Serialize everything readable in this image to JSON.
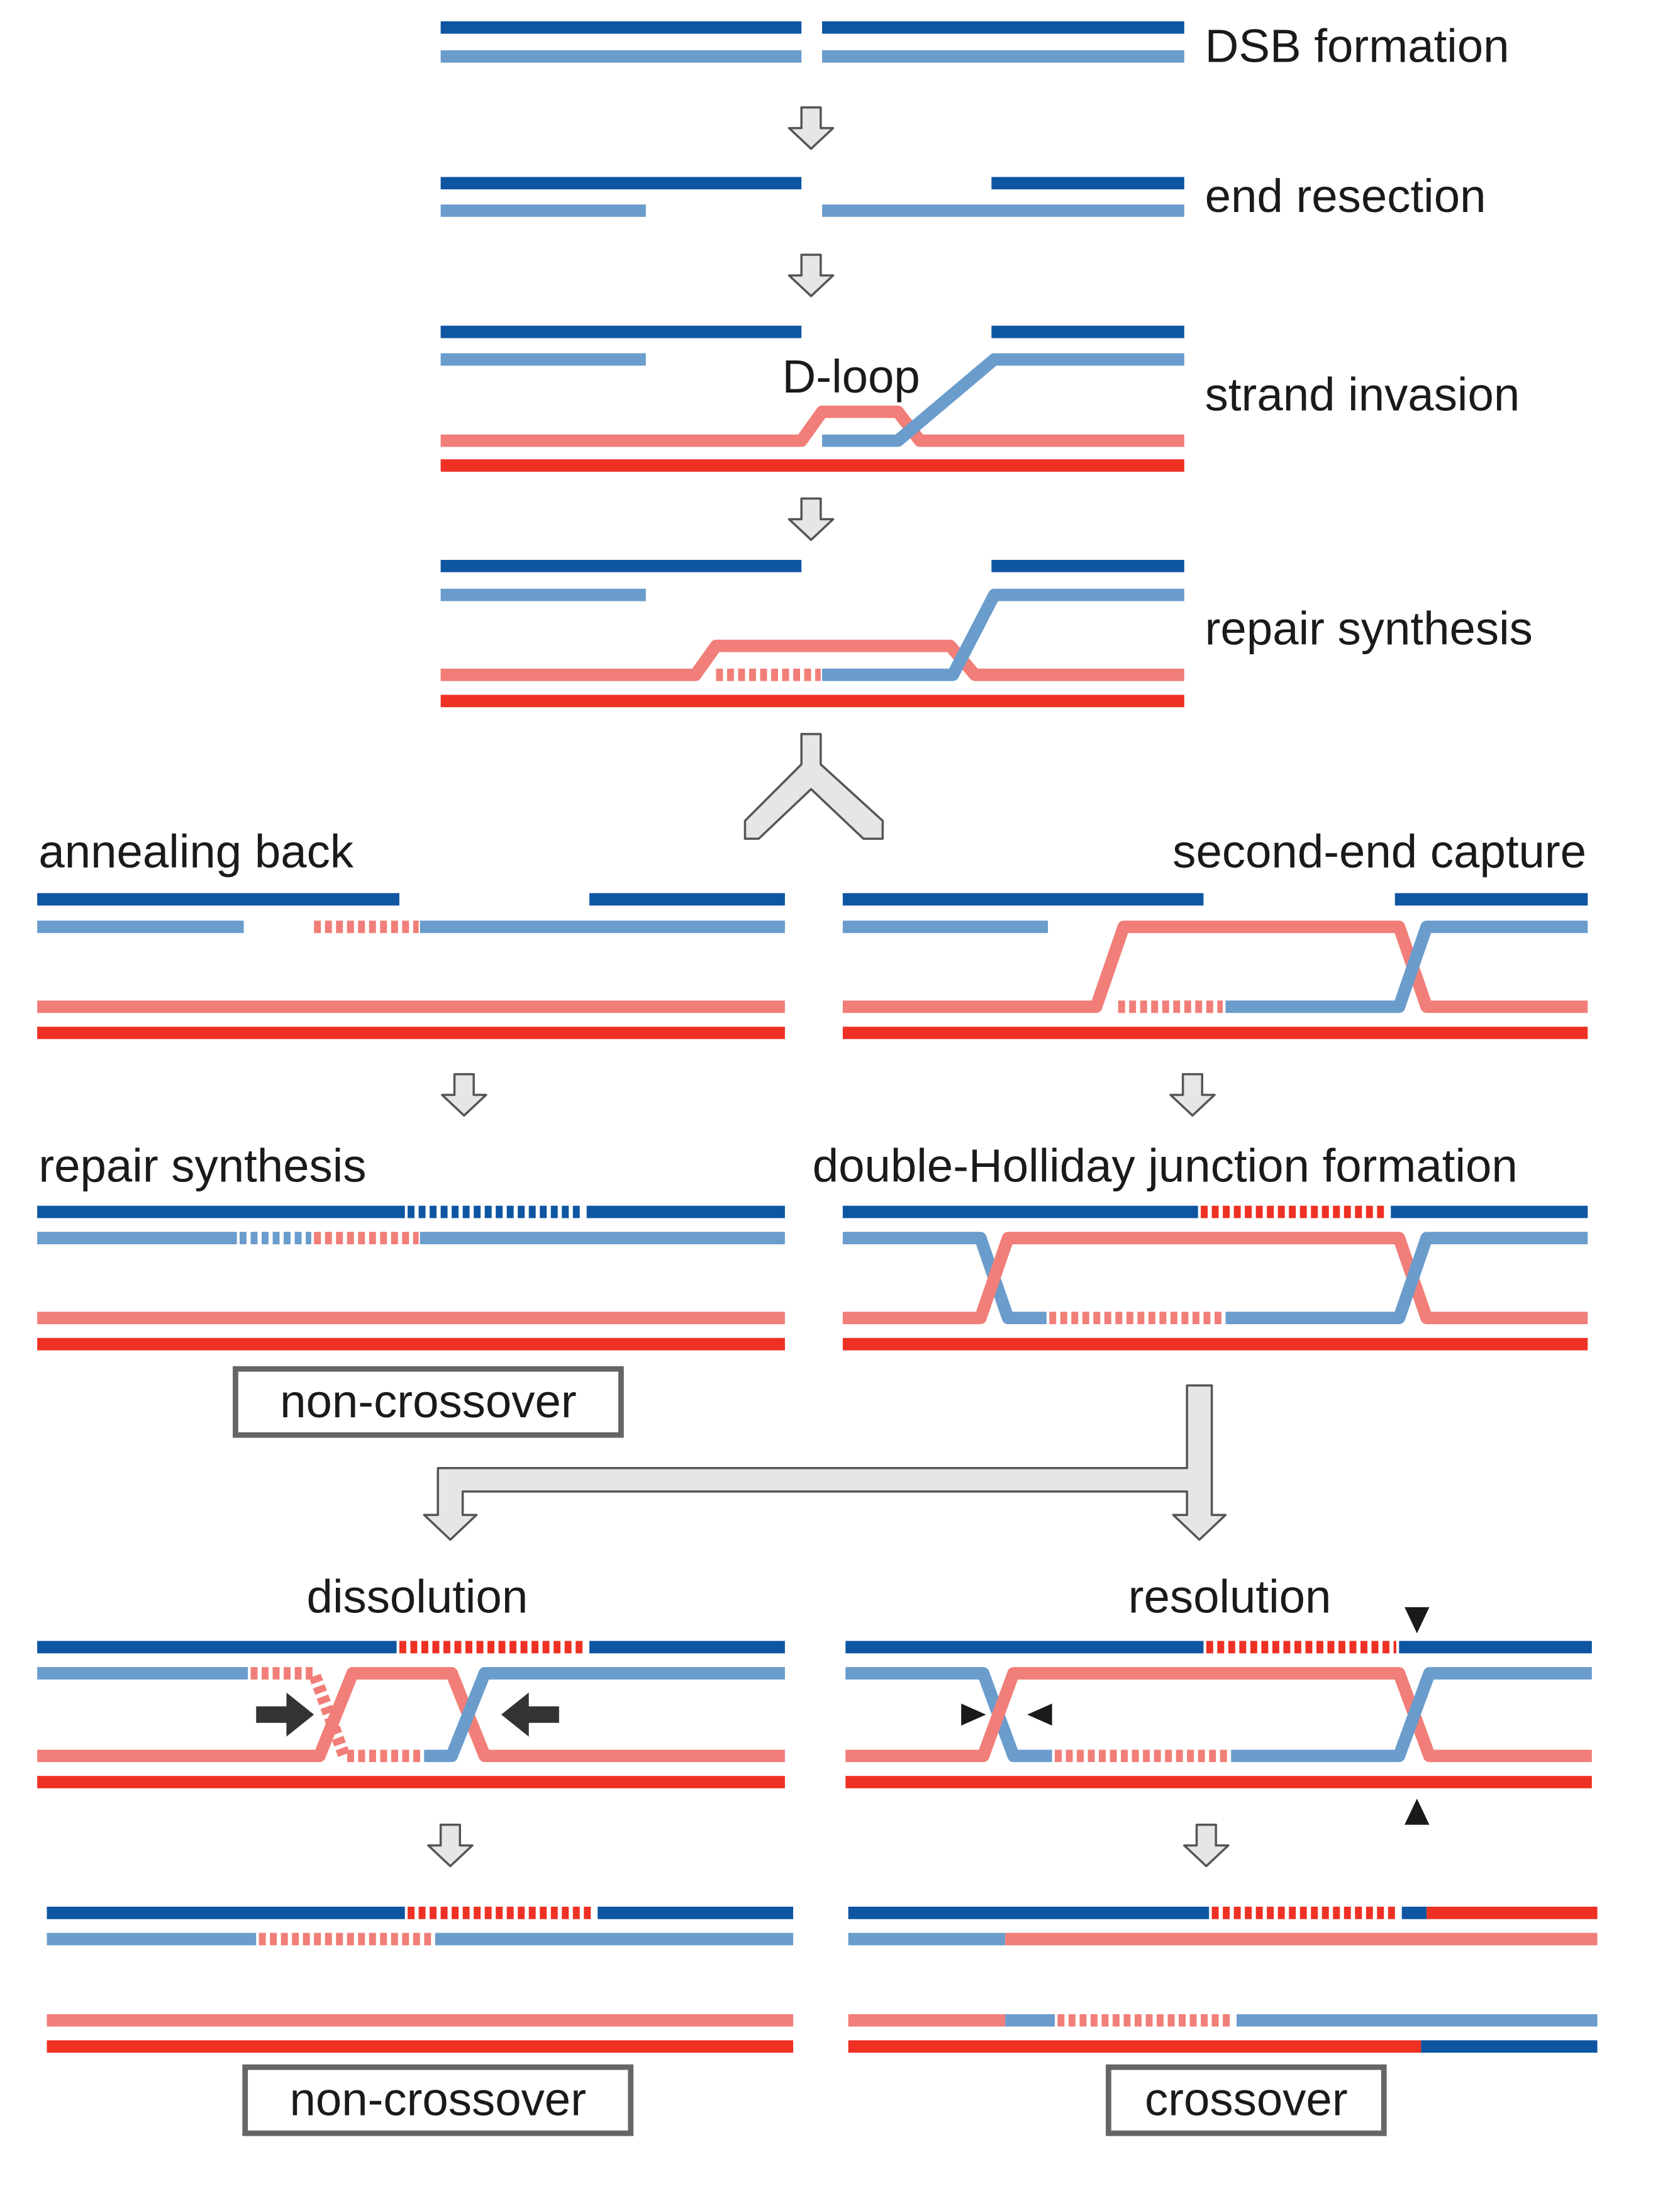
{
  "colors": {
    "dark_blue": "#0e56a2",
    "light_blue": "#6a9ccc",
    "pink": "#f17e78",
    "red": "#ee3124",
    "arrow_fill": "#e6e6e6",
    "arrow_stroke": "#555555",
    "box_stroke": "#666666",
    "pointer": "#333333"
  },
  "steps": {
    "dsb": "DSB formation",
    "resection": "end resection",
    "invasion": "strand invasion",
    "dloop": "D-loop",
    "synthesis_top": "repair synthesis"
  },
  "left_branch": {
    "annealing": "annealing back",
    "synthesis": "repair synthesis",
    "outcome": "non-crossover"
  },
  "right_branch": {
    "capture": "second-end capture",
    "dhj": "double-Holliday junction formation"
  },
  "bottom": {
    "dissolution": "dissolution",
    "resolution": "resolution",
    "outcome_left": "non-crossover",
    "outcome_right": "crossover"
  }
}
